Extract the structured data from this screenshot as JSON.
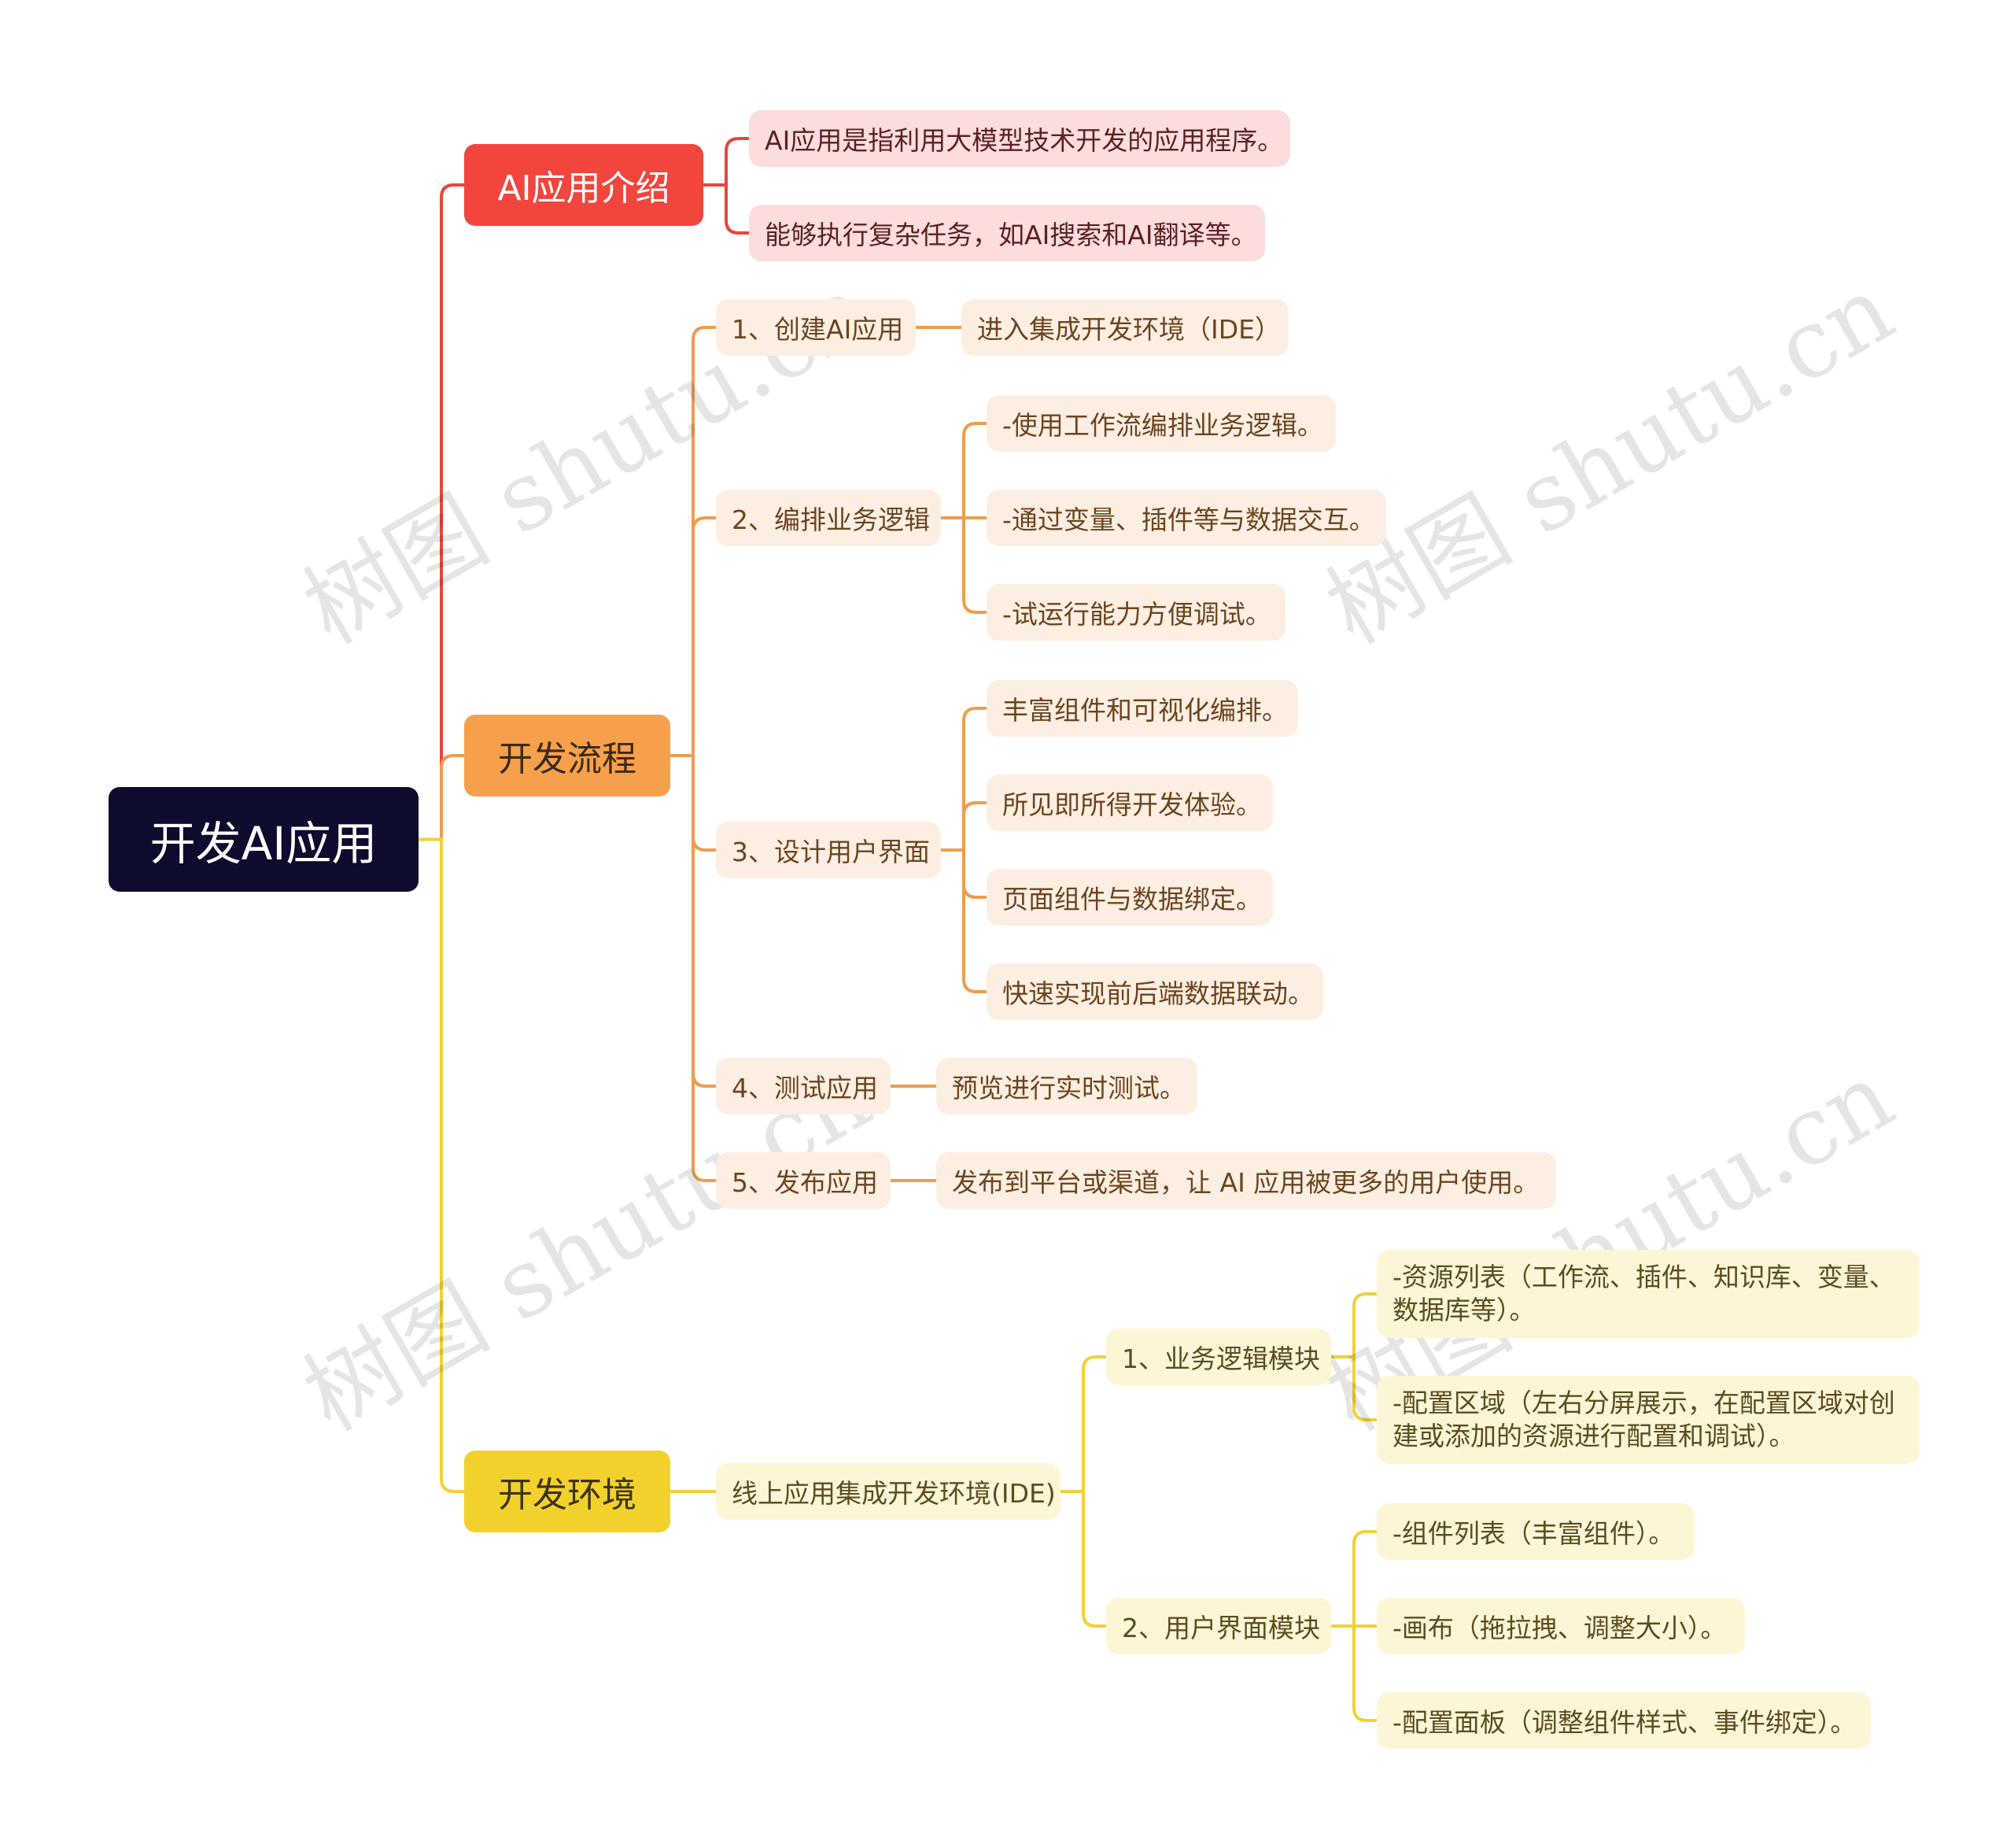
{
  "root": {
    "id": "root",
    "label": "开发AI应用"
  },
  "colors": {
    "red": "#e8463e",
    "orange": "#ee9d4f",
    "yellow": "#efd238"
  },
  "branches": [
    {
      "id": "b1",
      "label": "AI应用介绍",
      "color": "red",
      "children": [
        {
          "id": "b1c1",
          "label": "AI应用是指利用大模型技术开发的应用程序。"
        },
        {
          "id": "b1c2",
          "label": "能够执行复杂任务，如AI搜索和AI翻译等。"
        }
      ]
    },
    {
      "id": "b2",
      "label": "开发流程",
      "color": "orange",
      "children": [
        {
          "id": "b2s1",
          "label": "1、创建AI应用",
          "children": [
            {
              "id": "b2s1a",
              "label": "进入集成开发环境（IDE）"
            }
          ]
        },
        {
          "id": "b2s2",
          "label": "2、编排业务逻辑",
          "children": [
            {
              "id": "b2s2a",
              "label": "-使用工作流编排业务逻辑。"
            },
            {
              "id": "b2s2b",
              "label": "-通过变量、插件等与数据交互。"
            },
            {
              "id": "b2s2c",
              "label": "-试运行能力方便调试。"
            }
          ]
        },
        {
          "id": "b2s3",
          "label": "3、设计用户界面",
          "children": [
            {
              "id": "b2s3a",
              "label": "丰富组件和可视化编排。"
            },
            {
              "id": "b2s3b",
              "label": "所见即所得开发体验。"
            },
            {
              "id": "b2s3c",
              "label": "页面组件与数据绑定。"
            },
            {
              "id": "b2s3d",
              "label": "快速实现前后端数据联动。"
            }
          ]
        },
        {
          "id": "b2s4",
          "label": "4、测试应用",
          "children": [
            {
              "id": "b2s4a",
              "label": "预览进行实时测试。"
            }
          ]
        },
        {
          "id": "b2s5",
          "label": "5、发布应用",
          "children": [
            {
              "id": "b2s5a",
              "label": "发布到平台或渠道，让 AI 应用被更多的用户使用。"
            }
          ]
        }
      ]
    },
    {
      "id": "b3",
      "label": "开发环境",
      "color": "yellow",
      "children": [
        {
          "id": "b3s1",
          "label": "线上应用集成开发环境(IDE)",
          "children": [
            {
              "id": "b3m1",
              "label": "1、业务逻辑模块",
              "children": [
                {
                  "id": "b3m1a",
                  "label": "-资源列表（工作流、插件、知识库、变量、数据库等）。"
                },
                {
                  "id": "b3m1b",
                  "label": "-配置区域（左右分屏展示，在配置区域对创建或添加的资源进行配置和调试）。"
                }
              ]
            },
            {
              "id": "b3m2",
              "label": "2、用户界面模块",
              "children": [
                {
                  "id": "b3m2a",
                  "label": "-组件列表（丰富组件）。"
                },
                {
                  "id": "b3m2b",
                  "label": "-画布（拖拉拽、调整大小）。"
                },
                {
                  "id": "b3m2c",
                  "label": "-配置面板（调整组件样式、事件绑定）。"
                }
              ]
            }
          ]
        }
      ]
    }
  ],
  "watermark": "树图 shutu.cn"
}
